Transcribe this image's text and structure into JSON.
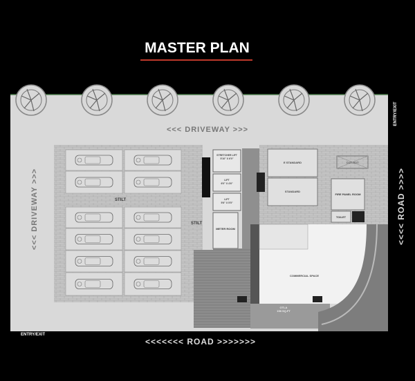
{
  "title": "MASTER PLAN",
  "colors": {
    "background": "#000000",
    "site": "#d9d9d9",
    "paving": "#bdbdbd",
    "building_dark": "#6e6e6e",
    "title_underline": "#c0392b",
    "road": "#8a8a8a"
  },
  "labels": {
    "driveway_top": "<<<  DRIVEWAY  >>>",
    "driveway_left": "<<<  DRIVEWAY  >>>",
    "road_right": "<<<<  ROAD  >>>>",
    "road_bottom": "<<<<<<<  ROAD  >>>>>>>",
    "entry_exit_right": "ENTRY/EXIT",
    "entry_exit_bottom": "ENTRY/EXIT",
    "stilt_1": "STILT",
    "stilt_2": "STILT",
    "staircase_lift": "STRETCHER LIFT",
    "staircase_lift_size": "5'10\" X 6'0\"",
    "lift_1": "LIFT",
    "lift_1_size": "6'0\" X 4'6\"",
    "lift_2": "LIFT",
    "lift_2_size": "5'6\" X 5'5\"",
    "meter_room": "METER ROOM",
    "room_1": "E STANDARD",
    "room_2": "STANDARD",
    "cut_out": "CUT-OUT",
    "fire_panel_room": "FIRE PANEL ROOM",
    "toilet": "TOILET",
    "commercial_space": "COMMERCIAL SPACE",
    "otla": "OTLA",
    "otla_area": "158 SQ.FT"
  },
  "tree_count": 6,
  "parking_rows": 6,
  "parking_columns": 2
}
